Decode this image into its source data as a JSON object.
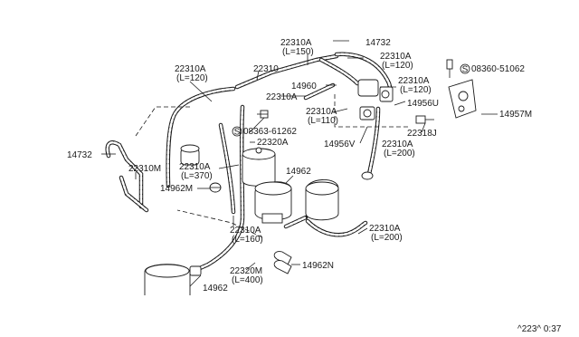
{
  "diagram": {
    "labels": {
      "l_22310a_top": "22310A",
      "l_150": "(L=150)",
      "l_14732_top": "14732",
      "l_22310a_120a": "22310A",
      "l_120a": "(L=120)",
      "l_22310": "22310",
      "l_22310a_left": "22310A",
      "l_120b": "(L=120)",
      "l_bolt1": "08360-51062",
      "l_14960": "14960",
      "l_22310a_mid": "22310A",
      "l_22310a_120c": "22310A",
      "l_120c": "(L=120)",
      "l_22310a_110": "22310A",
      "l_110": "(L=110)",
      "l_14956u": "14956U",
      "l_14957m": "14957M",
      "l_bolt2": "08363-61262",
      "l_22318j": "22318J",
      "l_22320a": "22320A",
      "l_14956v": "14956V",
      "l_22310a_200a": "22310A",
      "l_200a": "(L=200)",
      "l_14732_left": "14732",
      "l_22310m": "22310M",
      "l_22310a_370": "22310A",
      "l_370": "(L=370)",
      "l_14962_mid": "14962",
      "l_14962m": "14962M",
      "l_22310a_160": "22310A",
      "l_160": "(L=160)",
      "l_22310a_200b": "22310A",
      "l_200b": "(L=200)",
      "l_22320m": "22320M",
      "l_400": "(L=400)",
      "l_14962n": "14962N",
      "l_14962_bot": "14962",
      "l_code": "^223^ 0:37"
    },
    "symbols": {
      "screw_marker": "S"
    }
  }
}
